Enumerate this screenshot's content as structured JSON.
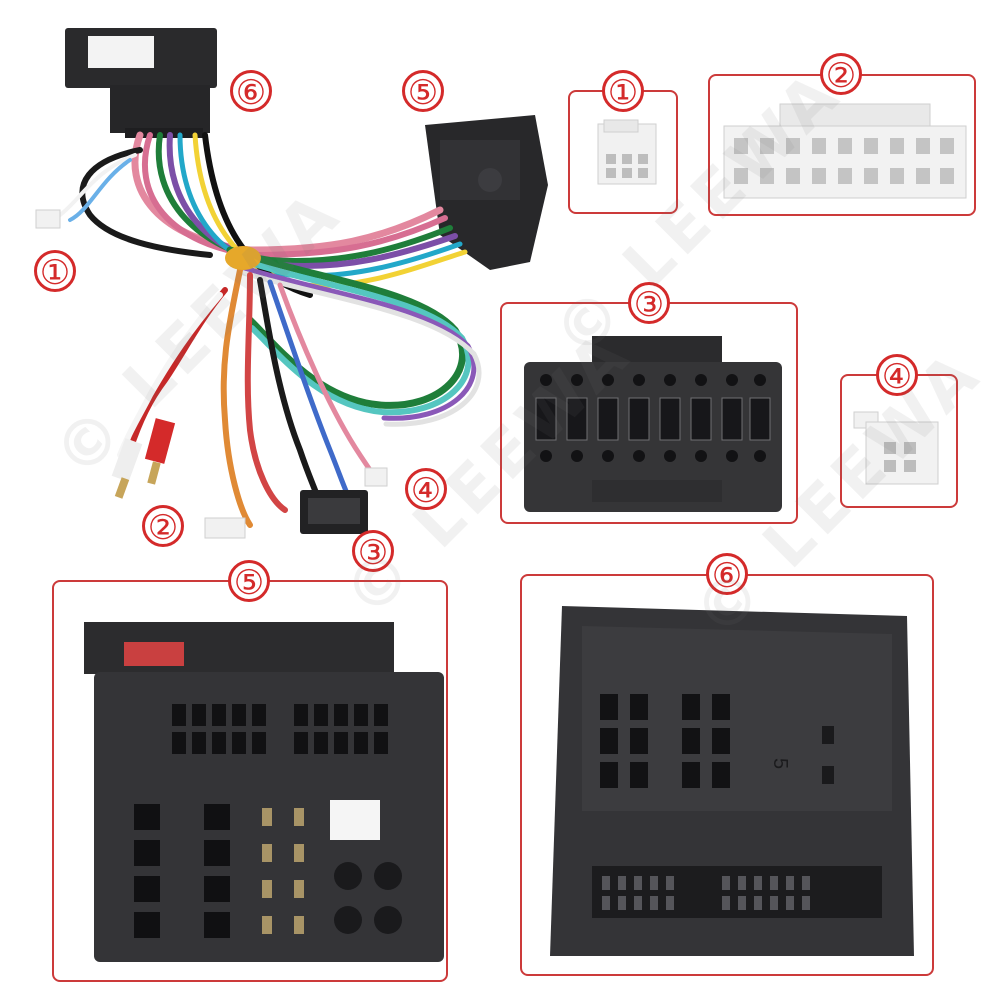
{
  "watermark": "© LEEWA",
  "colors": {
    "accent": "#d42a2a",
    "connector_black": "#2f2f31",
    "connector_white": "#f1f1f1"
  },
  "harness": {
    "labels": [
      "①",
      "②",
      "③",
      "④",
      "⑤",
      "⑥"
    ]
  },
  "panels": [
    {
      "label": "①"
    },
    {
      "label": "②"
    },
    {
      "label": "③"
    },
    {
      "label": "④"
    },
    {
      "label": "⑤"
    },
    {
      "label": "⑥"
    }
  ],
  "connector6_mark": "5"
}
